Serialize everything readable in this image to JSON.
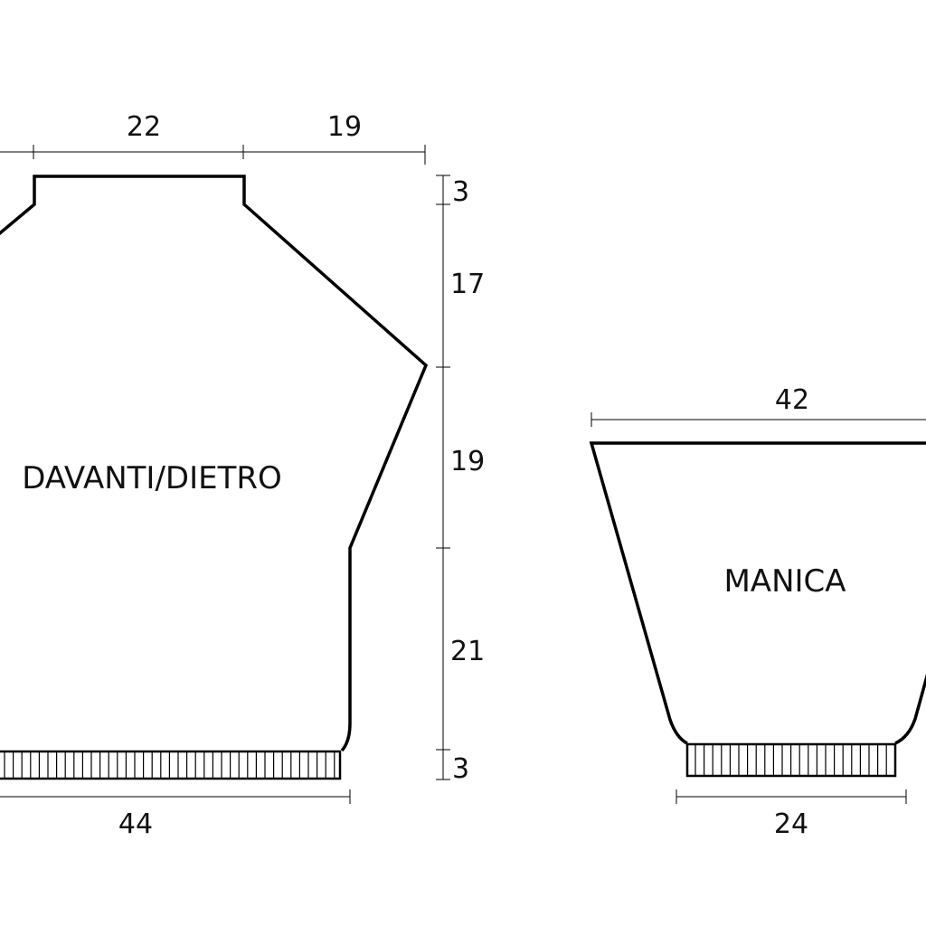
{
  "pieces": {
    "front_back": "DAVANTI/DIETRO",
    "sleeve": "MANICA"
  },
  "body_dimensions": {
    "neck_width": "22",
    "shoulder_width": "19",
    "neck_depth": "3",
    "raglan_upper": "17",
    "raglan_lower": "19",
    "side_length": "21",
    "rib_height": "3",
    "bottom_width": "44"
  },
  "sleeve_dimensions": {
    "top_width": "42",
    "cuff_width": "24"
  }
}
